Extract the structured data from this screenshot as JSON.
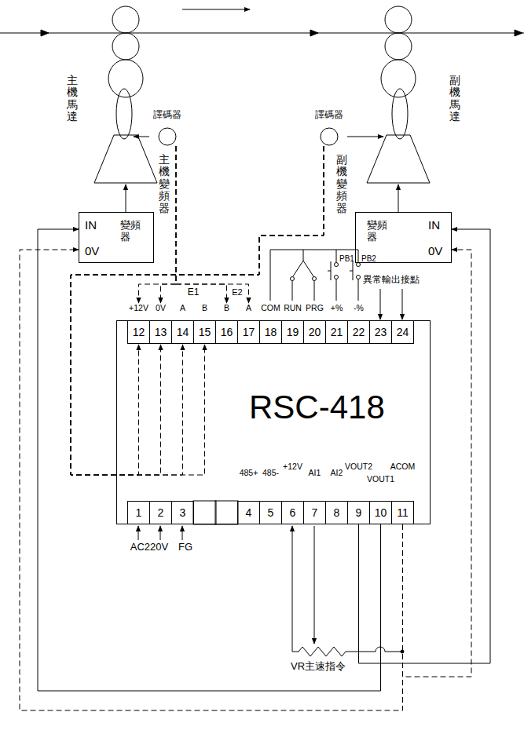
{
  "diagram": {
    "nodes": [
      {
        "text": [
          "主機馬達"
        ]
      },
      {
        "text": [
          "譯碼器"
        ]
      },
      {
        "text": [
          "IN",
          "0V",
          "變頻器"
        ]
      },
      {
        "text": [
          "副機馬達"
        ]
      },
      {
        "text": [
          "譯碼器"
        ]
      },
      {
        "text": [
          "變頻器",
          "IN",
          "0V"
        ]
      },
      {
        "text": [
          "RSC-418"
        ]
      },
      {
        "text": [
          "+12V",
          "12"
        ],
        "in": 6
      },
      {
        "text": [
          "0V",
          "13"
        ],
        "in": 6
      },
      {
        "text": [
          "A",
          "14"
        ],
        "in": 6
      },
      {
        "text": [
          "B",
          "15"
        ],
        "in": 6
      },
      {
        "text": [
          "B",
          "16"
        ],
        "in": 6
      },
      {
        "text": [
          "A",
          "17"
        ],
        "in": 6
      },
      {
        "text": [
          "COM",
          "18"
        ],
        "in": 6
      },
      {
        "text": [
          "RUN",
          "19"
        ],
        "in": 6
      },
      {
        "text": [
          "PRG",
          "20"
        ],
        "in": 6
      },
      {
        "text": [
          "+%",
          "21"
        ],
        "in": 6
      },
      {
        "text": [
          "-%",
          "22"
        ],
        "in": 6
      },
      {
        "text": [
          "23"
        ],
        "in": 6
      },
      {
        "text": [
          "24"
        ],
        "in": 6
      },
      {
        "text": [
          "1"
        ],
        "in": 6
      },
      {
        "text": [
          "2"
        ],
        "in": 6
      },
      {
        "text": [
          "3"
        ],
        "in": 6
      },
      {
        "text": [
          "485+",
          "4"
        ],
        "in": 6
      },
      {
        "text": [
          "485-",
          "5"
        ],
        "in": 6
      },
      {
        "text": [
          "+12V",
          "6"
        ],
        "in": 6
      },
      {
        "text": [
          "AI1",
          "7"
        ],
        "in": 6
      },
      {
        "text": [
          "AI2",
          "8"
        ],
        "in": 6
      },
      {
        "text": [
          "VOUT2",
          "9"
        ],
        "in": 6
      },
      {
        "text": [
          "VOUT1",
          "10"
        ],
        "in": 6
      },
      {
        "text": [
          "ACOM",
          "11"
        ],
        "in": 6
      }
    ],
    "edges": [
      {
        "from": 2,
        "to": 0,
        "arrow": "to"
      },
      {
        "from": 1,
        "to": 0,
        "arrow": "to"
      },
      {
        "from": 5,
        "to": 3,
        "arrow": "to"
      },
      {
        "from": 4,
        "to": 3,
        "arrow": "to"
      },
      {
        "from": 1,
        "to": 7,
        "arrow": "to"
      },
      {
        "from": 1,
        "to": 8,
        "arrow": "to"
      },
      {
        "from": 1,
        "to": 11,
        "arrow": "to"
      },
      {
        "from": 1,
        "to": 12,
        "arrow": "to"
      },
      {
        "from": 4,
        "to": 7,
        "arrow": "to"
      },
      {
        "from": 4,
        "to": 8,
        "arrow": "to"
      },
      {
        "from": 4,
        "to": 9,
        "arrow": "to"
      },
      {
        "from": 4,
        "to": 10,
        "arrow": "to"
      },
      {
        "from": 29,
        "to": 2,
        "arrow": "to"
      },
      {
        "from": 30,
        "to": 2,
        "arrow": "to"
      },
      {
        "from": 28,
        "to": 5,
        "arrow": "to"
      },
      {
        "from": 30,
        "to": 5,
        "arrow": "to"
      }
    ],
    "labels": [
      "主機變頻器",
      "副機變頻器",
      "E1",
      "E2",
      "PB1",
      "PB2",
      "異常輸出接點",
      "AC220V",
      "FG",
      "VR主速指令"
    ]
  }
}
